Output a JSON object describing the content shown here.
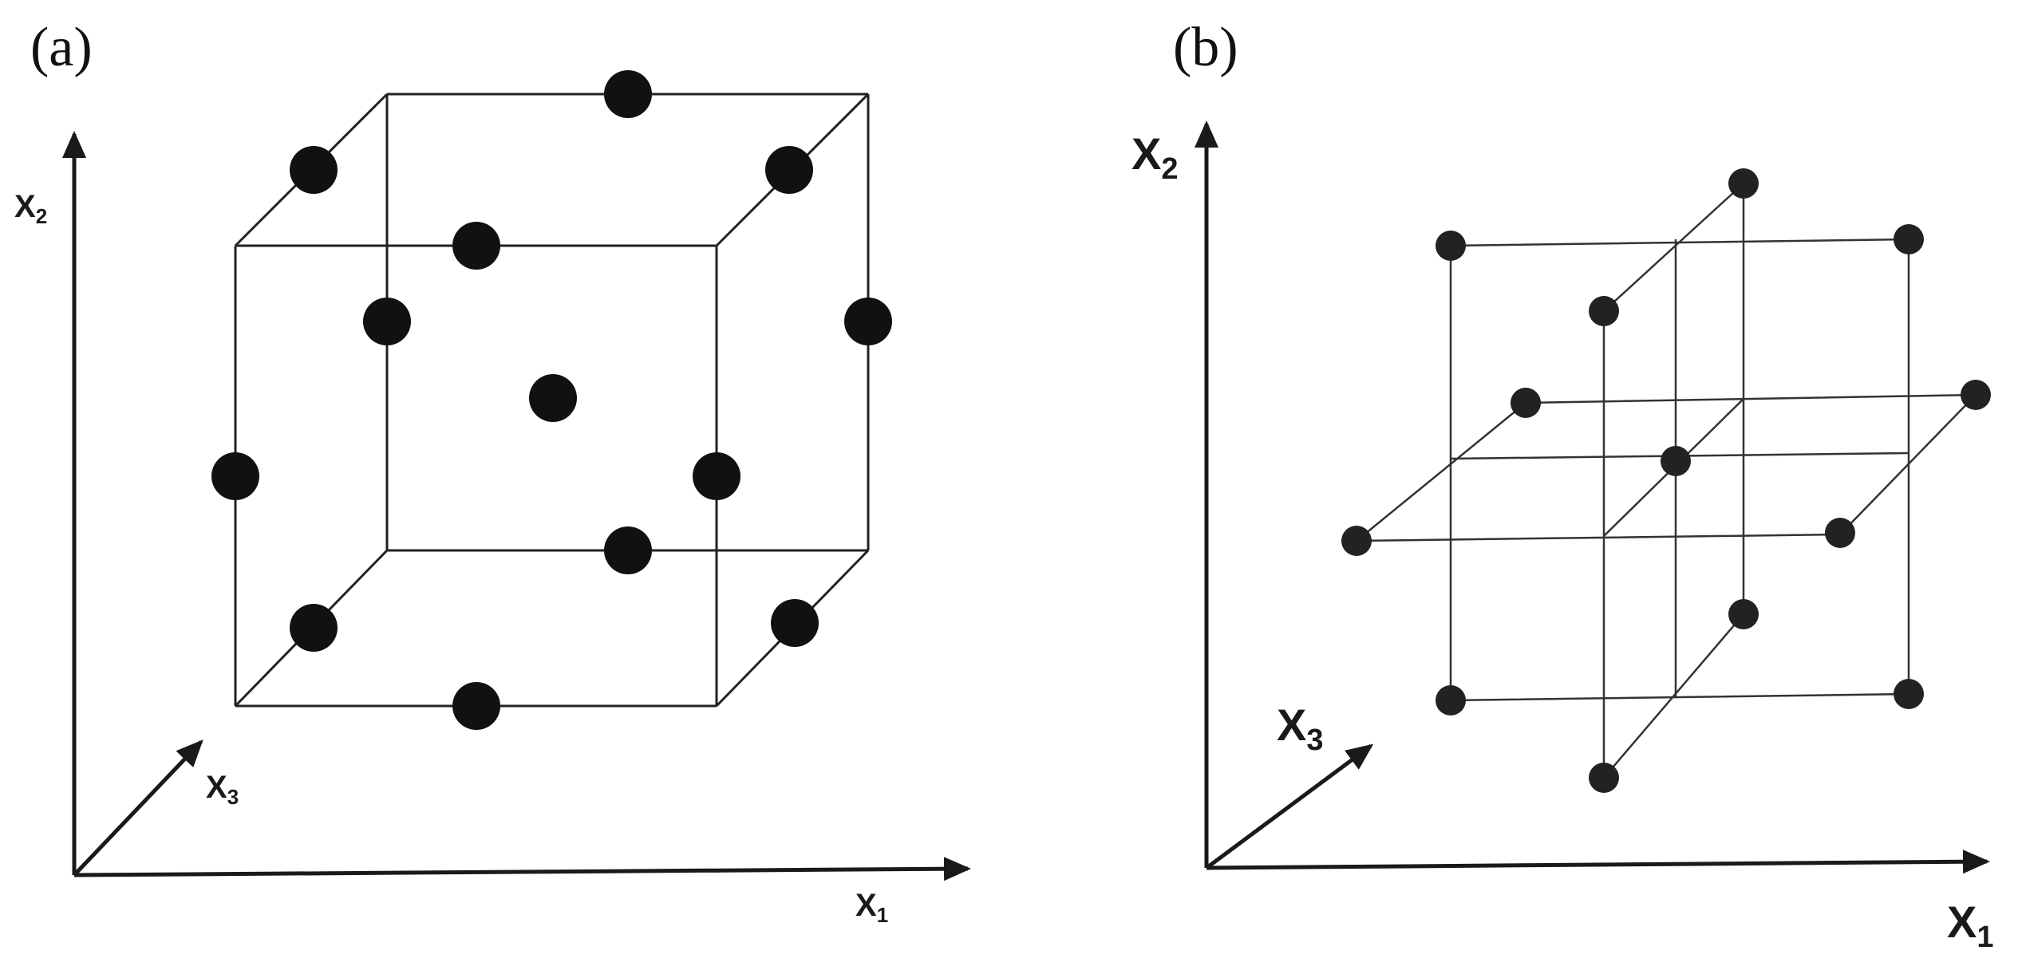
{
  "panels": [
    {
      "id": "a",
      "label": "(a)",
      "axes": {
        "x1": {
          "base": "X",
          "sub": "1"
        },
        "x2": {
          "base": "X",
          "sub": "2"
        },
        "x3": {
          "base": "X",
          "sub": "3"
        }
      }
    },
    {
      "id": "b",
      "label": "(b)",
      "axes": {
        "x1": {
          "base": "X",
          "sub": "1"
        },
        "x2": {
          "base": "X",
          "sub": "2"
        },
        "x3": {
          "base": "X",
          "sub": "3"
        }
      }
    }
  ],
  "colors": {
    "ink": "#1a1a1a",
    "point_a": "#111111",
    "point_b": "#222222",
    "background": "#ffffff"
  }
}
